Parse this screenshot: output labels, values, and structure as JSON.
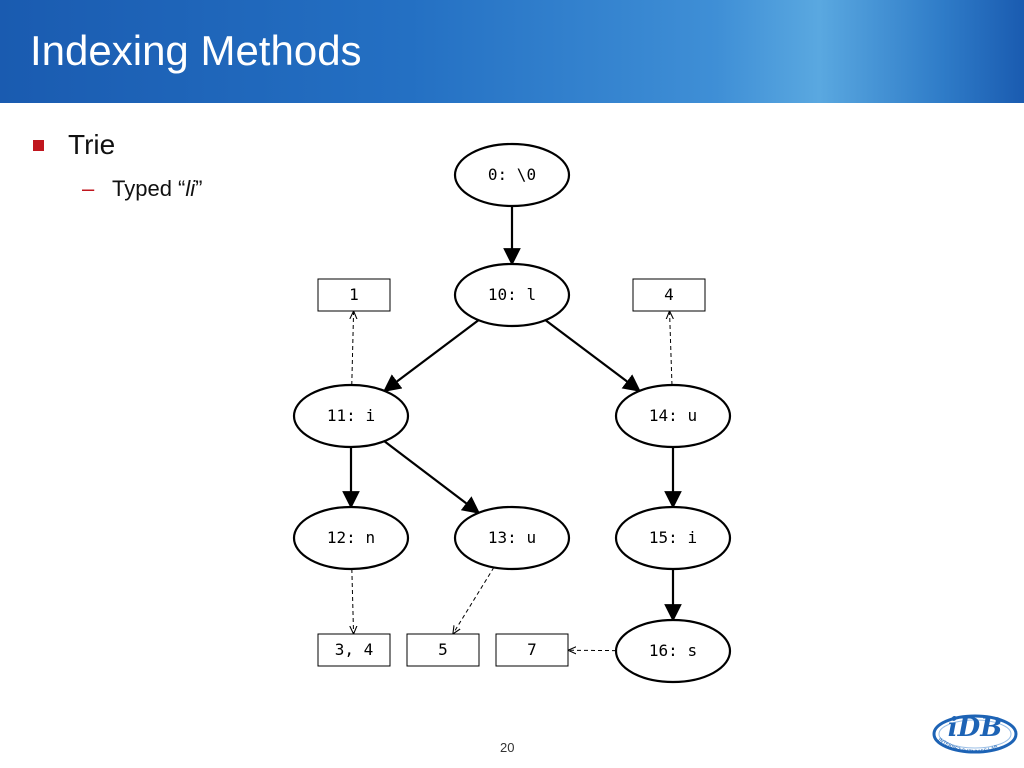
{
  "slide": {
    "title": "Indexing Methods",
    "bullet": "Trie",
    "sub_bullet_prefix": "Typed “",
    "sub_bullet_italic": "li",
    "sub_bullet_suffix": "”",
    "page_number": "20"
  },
  "diagram": {
    "nodes": [
      {
        "id": "n0",
        "label": "0: \\0"
      },
      {
        "id": "n10",
        "label": "10: l"
      },
      {
        "id": "n11",
        "label": "11: i"
      },
      {
        "id": "n14",
        "label": "14: u"
      },
      {
        "id": "n12",
        "label": "12: n"
      },
      {
        "id": "n13",
        "label": "13: u"
      },
      {
        "id": "n15",
        "label": "15: i"
      },
      {
        "id": "n16",
        "label": "16: s"
      }
    ],
    "boxes": [
      {
        "id": "b1",
        "label": "1"
      },
      {
        "id": "b4",
        "label": "4"
      },
      {
        "id": "b34",
        "label": "3, 4"
      },
      {
        "id": "b5",
        "label": "5"
      },
      {
        "id": "b7",
        "label": "7"
      }
    ],
    "edges": [
      {
        "from": "n0",
        "to": "n10",
        "style": "solid"
      },
      {
        "from": "n10",
        "to": "n11",
        "style": "solid"
      },
      {
        "from": "n10",
        "to": "n14",
        "style": "solid"
      },
      {
        "from": "n11",
        "to": "n12",
        "style": "solid"
      },
      {
        "from": "n11",
        "to": "n13",
        "style": "solid"
      },
      {
        "from": "n14",
        "to": "n15",
        "style": "solid"
      },
      {
        "from": "n15",
        "to": "n16",
        "style": "solid"
      },
      {
        "from": "n11",
        "to": "b1",
        "style": "dashed"
      },
      {
        "from": "n14",
        "to": "b4",
        "style": "dashed"
      },
      {
        "from": "n12",
        "to": "b34",
        "style": "dashed"
      },
      {
        "from": "n13",
        "to": "b5",
        "style": "dashed"
      },
      {
        "from": "n16",
        "to": "b7",
        "style": "dashed"
      }
    ]
  },
  "logo": {
    "text": "iDB",
    "ring_text": "INTERNET DATABASE LAB",
    "color": "#1d63b5"
  }
}
